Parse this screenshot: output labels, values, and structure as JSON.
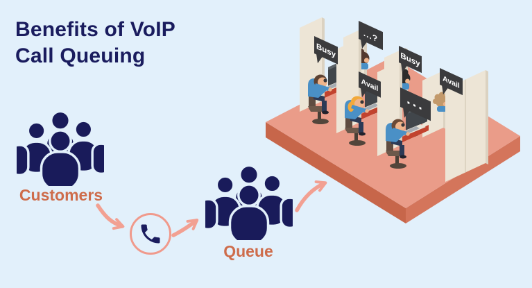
{
  "title": {
    "line1": "Benefits of VoIP",
    "line2": "Call Queuing"
  },
  "labels": {
    "customers": "Customers",
    "queue": "Queue"
  },
  "call_center": {
    "bubbles": [
      {
        "agent": "front-row-agent-1",
        "status": "Busy"
      },
      {
        "agent": "back-row-agent-1",
        "status": "...?"
      },
      {
        "agent": "back-row-agent-2",
        "status": "Busy"
      },
      {
        "agent": "front-row-agent-2",
        "status": "Avail"
      },
      {
        "agent": "front-row-agent-3",
        "status": "..."
      },
      {
        "agent": "back-row-agent-3",
        "status": "Avail"
      }
    ]
  },
  "icons": {
    "customers_group": "crowd-icon",
    "queue_group": "crowd-icon",
    "phone": "phone-handset-icon",
    "arrows": "curved-flow-arrow"
  },
  "colors": {
    "background": "#e2f0fb",
    "navy": "#1a1c5e",
    "accent_text": "#ce6c4b",
    "arrow": "#f2a092",
    "platform_top": "#ea9c89",
    "platform_side_left": "#c7664a",
    "platform_side_right": "#d4755b",
    "cubicle_wall": "#ede5d6",
    "speech_bubble": "#3b3b3d",
    "agent_shirt": "#4a90c6",
    "desk": "#c2432e"
  }
}
